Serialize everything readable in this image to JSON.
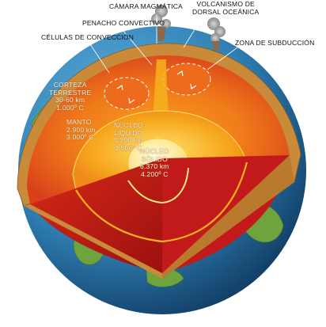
{
  "labels": {
    "camara": "CÁMARA MAGMÁTICA",
    "volcanismo_1": "VOLCANISMO DE",
    "volcanismo_2": "DORSAL OCEÁNICA",
    "penacho": "PENACHO CONVECTIVO",
    "celulas": "CÉLULAS DE CONVECCIÓN",
    "zona": "ZONA DE SUBDUCCIÓN",
    "corteza": [
      "CORTEZA",
      "TERRESTRE",
      "30-60 km",
      "1.000º C"
    ],
    "manto": [
      "MANTO",
      "2.900 km",
      "3.000º C"
    ],
    "nucleo_liquido": [
      "NÚCLEO",
      "LÍQUIDO",
      "5.200 km",
      "3.500º C"
    ],
    "nucleo_solido": [
      "NÚCLEO",
      "SÓLIDO",
      "6.370 km",
      "4.200º C"
    ]
  },
  "colors": {
    "ocean": "#2f7fb4",
    "land": "#6ea33d",
    "crust": "#c98a3a",
    "mantle_outer": "#e8571a",
    "mantle_inner": "#f08a1c",
    "outer_core": "#f7b21e",
    "inner_core": "#fde78a",
    "shadow_red": "#c21a1a"
  }
}
